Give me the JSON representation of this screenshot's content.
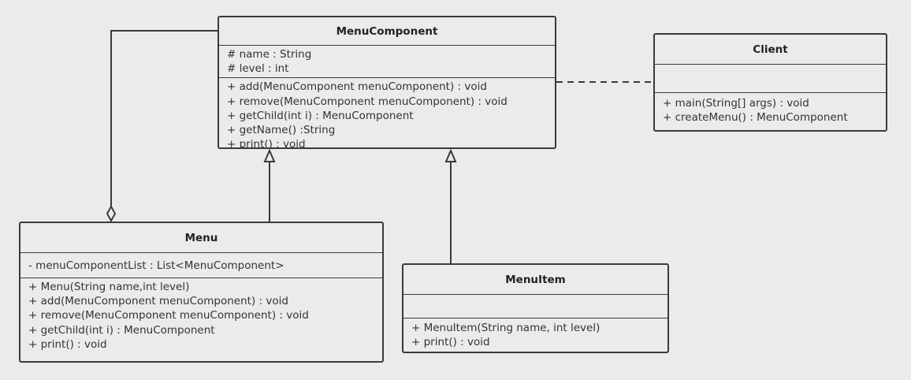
{
  "classes": {
    "menu_component": {
      "name": "MenuComponent",
      "attributes": [
        "# name : String",
        "# level : int"
      ],
      "operations": [
        "+ add(MenuComponent menuComponent) : void",
        "+ remove(MenuComponent menuComponent) : void",
        "+ getChild(int i) : MenuComponent",
        "+ getName() :String",
        "+ print() : void"
      ]
    },
    "client": {
      "name": "Client",
      "attributes": [],
      "operations": [
        "+ main(String[] args) : void",
        "+ createMenu() : MenuComponent"
      ]
    },
    "menu": {
      "name": "Menu",
      "attributes": [
        "- menuComponentList : List<MenuComponent>"
      ],
      "operations": [
        "+ Menu(String name,int level)",
        "+ add(MenuComponent menuComponent) : void",
        "+ remove(MenuComponent menuComponent) : void",
        "+ getChild(int i) : MenuComponent",
        "+ print() : void"
      ]
    },
    "menu_item": {
      "name": "MenuItem",
      "attributes": [],
      "operations": [
        "+ MenuItem(String name, int level)",
        "+ print() : void"
      ]
    }
  },
  "relationships": [
    {
      "type": "aggregation",
      "from": "Menu",
      "to": "MenuComponent"
    },
    {
      "type": "generalization",
      "from": "Menu",
      "to": "MenuComponent"
    },
    {
      "type": "generalization",
      "from": "MenuItem",
      "to": "MenuComponent"
    },
    {
      "type": "dependency",
      "from": "Client",
      "to": "MenuComponent"
    }
  ],
  "colors": {
    "background": "#ebebeb",
    "line": "#3a3a3a"
  }
}
